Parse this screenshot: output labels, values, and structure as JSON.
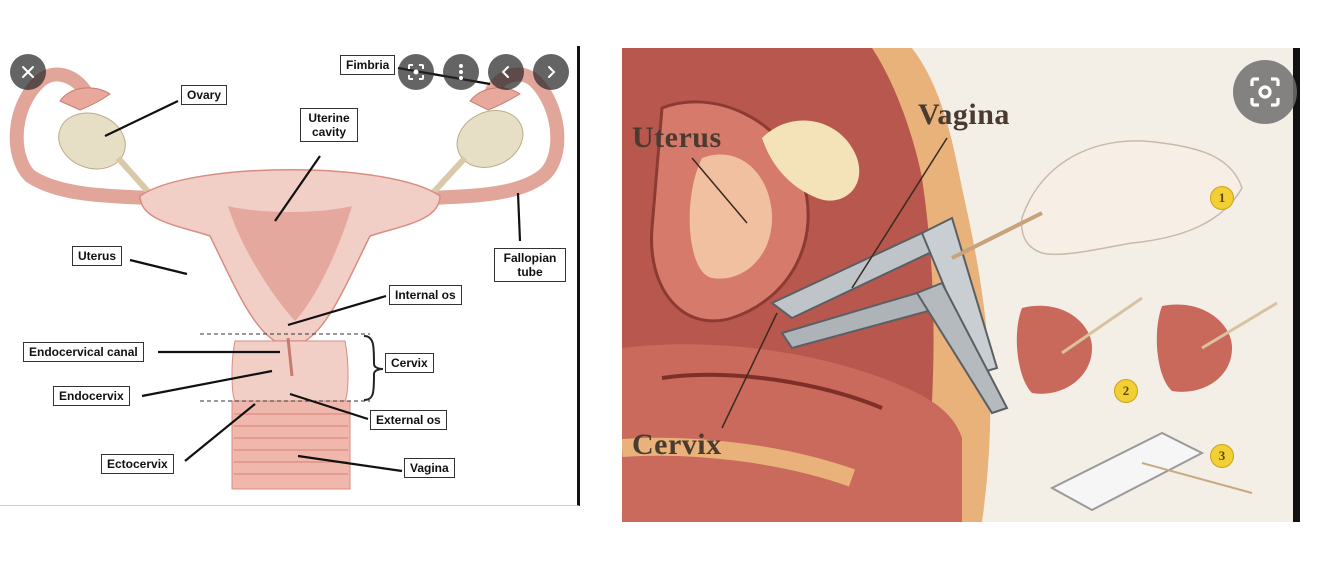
{
  "left_image": {
    "labels": {
      "fimbria": "Fimbria",
      "ovary": "Ovary",
      "uterine_cavity": "Uterine cavity",
      "uterus": "Uterus",
      "fallopian_tube": "Fallopian tube",
      "internal_os": "Internal os",
      "endocervical_canal": "Endocervical canal",
      "cervix": "Cervix",
      "endocervix": "Endocervix",
      "external_os": "External os",
      "ectocervix": "Ectocervix",
      "vagina": "Vagina"
    }
  },
  "right_image": {
    "labels": {
      "uterus": "Uterus",
      "vagina": "Vagina",
      "cervix": "Cervix"
    },
    "steps": [
      "1",
      "2",
      "3"
    ]
  },
  "viewer_controls": {
    "close": "close-icon",
    "lens": "lens-icon",
    "more": "more-vert-icon",
    "prev": "chevron-left-icon",
    "next": "chevron-right-icon"
  },
  "colors": {
    "tissue": "#f0c6bd",
    "tissue_dark": "#d98c82",
    "ovary": "#e6dfc6",
    "label_bg": "#ffffff",
    "step_badge": "#f2cf34"
  }
}
